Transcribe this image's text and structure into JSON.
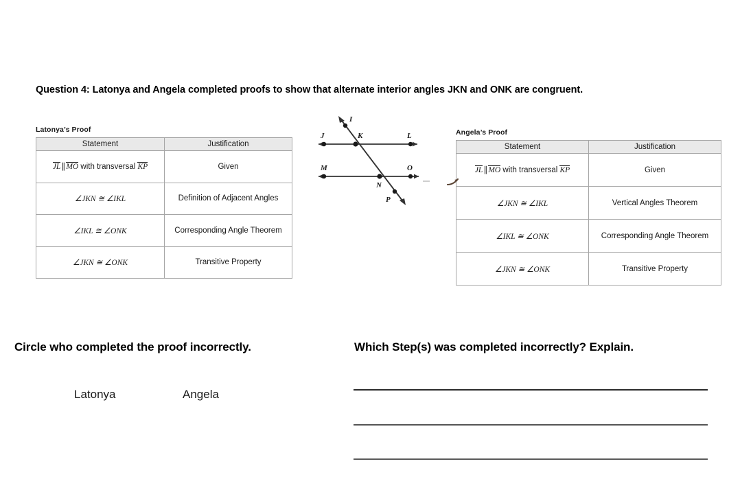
{
  "question": {
    "heading": "Question 4:  Latonya and Angela completed proofs to show that alternate interior angles JKN and ONK are congruent."
  },
  "proofs": [
    {
      "caption": "Latonya’s Proof",
      "columns": [
        "Statement",
        "Justification"
      ],
      "rows": [
        {
          "statement_parts": {
            "seg1": "JL",
            "parallel": "∥",
            "seg2": "MO",
            "middle": " with transversal ",
            "seg3": "KP"
          },
          "justification": "Given"
        },
        {
          "statement": "∠JKN  ≅ ∠IKL",
          "justification": "Definition of Adjacent Angles"
        },
        {
          "statement": "∠IKL  ≅ ∠ONK",
          "justification": "Corresponding Angle Theorem"
        },
        {
          "statement": "∠JKN  ≅ ∠ONK",
          "justification": "Transitive Property"
        }
      ]
    },
    {
      "caption": "Angela’s Proof",
      "columns": [
        "Statement",
        "Justification"
      ],
      "rows": [
        {
          "statement_parts": {
            "seg1": "JL",
            "parallel": "∥",
            "seg2": "MO",
            "middle": " with transversal ",
            "seg3": "KP"
          },
          "justification": "Given"
        },
        {
          "statement": "∠JKN  ≅ ∠IKL",
          "justification": "Vertical Angles Theorem"
        },
        {
          "statement": "∠IKL  ≅ ∠ONK",
          "justification": "Corresponding Angle Theorem"
        },
        {
          "statement": "∠JKN  ≅ ∠ONK",
          "justification": "Transitive Property"
        }
      ]
    }
  ],
  "diagram": {
    "labels": {
      "I": "I",
      "J": "J",
      "K": "K",
      "L": "L",
      "M": "M",
      "N": "N",
      "O": "O",
      "P": "P"
    },
    "description": "Two parallel lines JL and MO cut by transversal IP meeting at points K and N",
    "line_color": "#333333"
  },
  "bottom": {
    "prompt_left": "Circle who completed the proof incorrectly.",
    "prompt_right": "Which Step(s) was completed incorrectly? Explain.",
    "choices": [
      "Latonya",
      "Angela"
    ],
    "answer_lines": 3
  }
}
